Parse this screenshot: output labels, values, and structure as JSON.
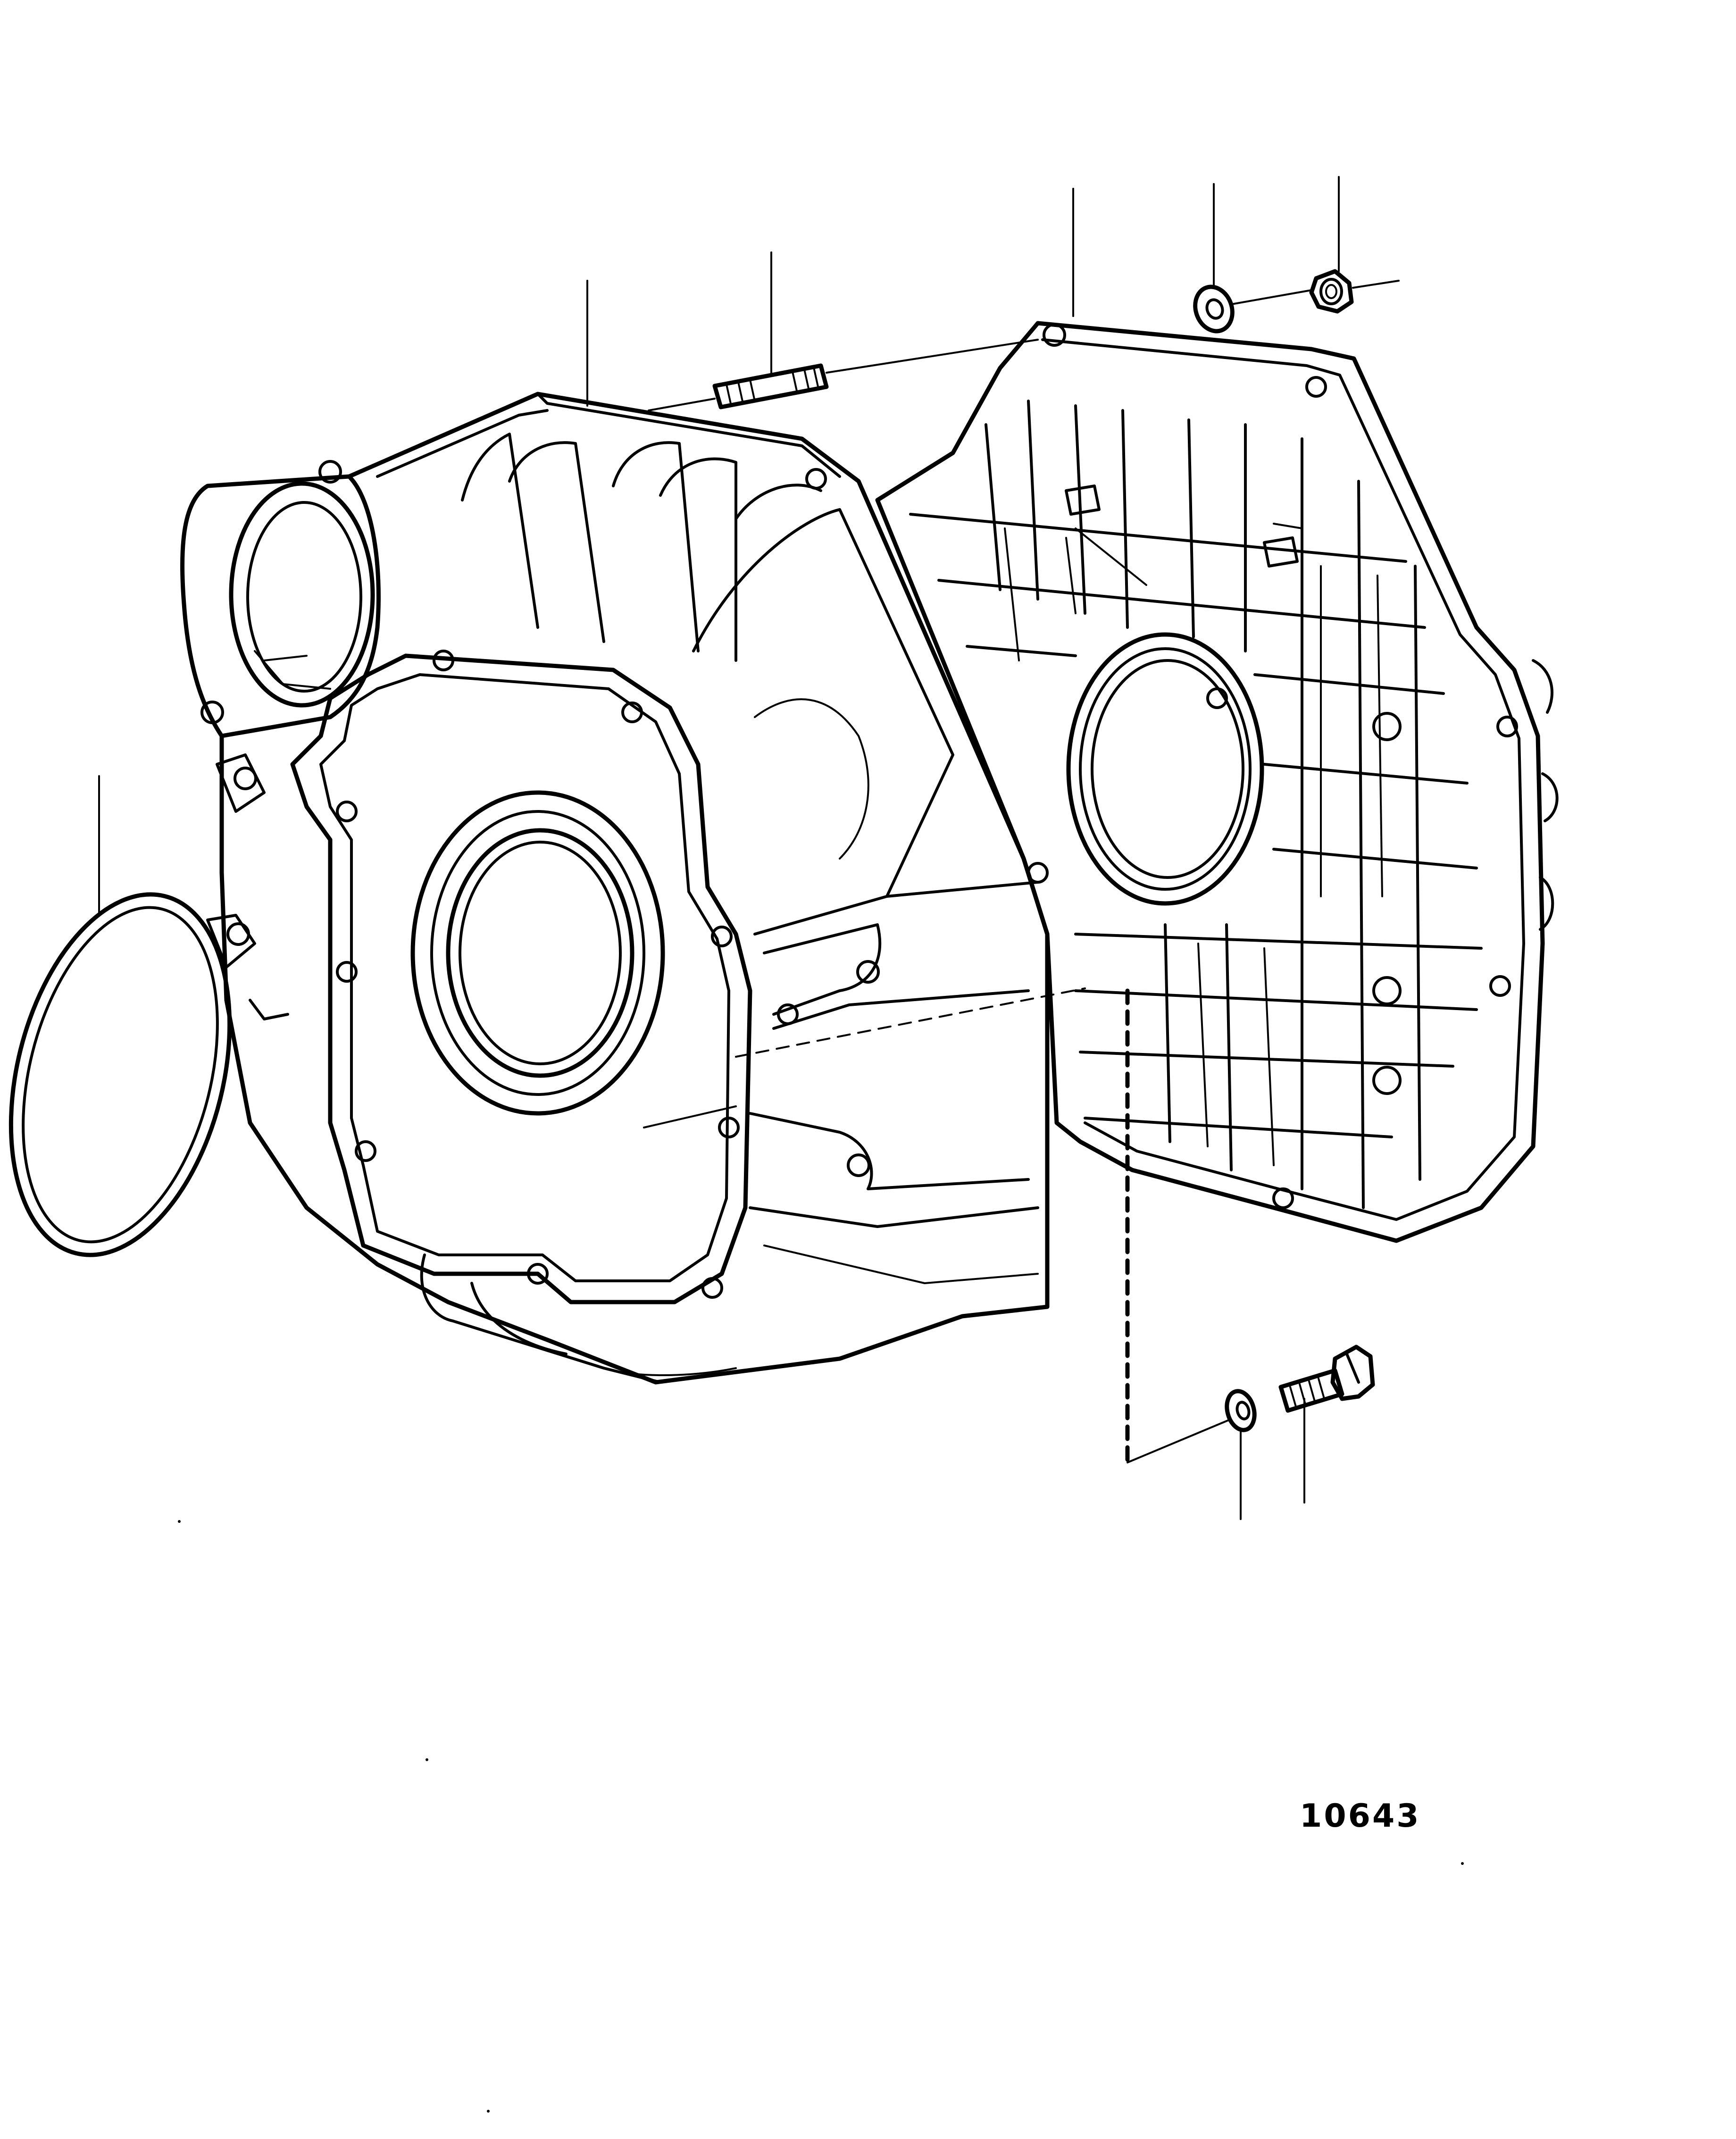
{
  "figure": {
    "number": "10643"
  },
  "parts": [
    {
      "name": "sealing-ring"
    },
    {
      "name": "flywheel-housing"
    },
    {
      "name": "stud"
    },
    {
      "name": "gasket-plate"
    },
    {
      "name": "washer"
    },
    {
      "name": "nut"
    },
    {
      "name": "spring-washer"
    },
    {
      "name": "bolt"
    }
  ],
  "colors": {
    "ink": "#000000",
    "paper": "#ffffff"
  }
}
